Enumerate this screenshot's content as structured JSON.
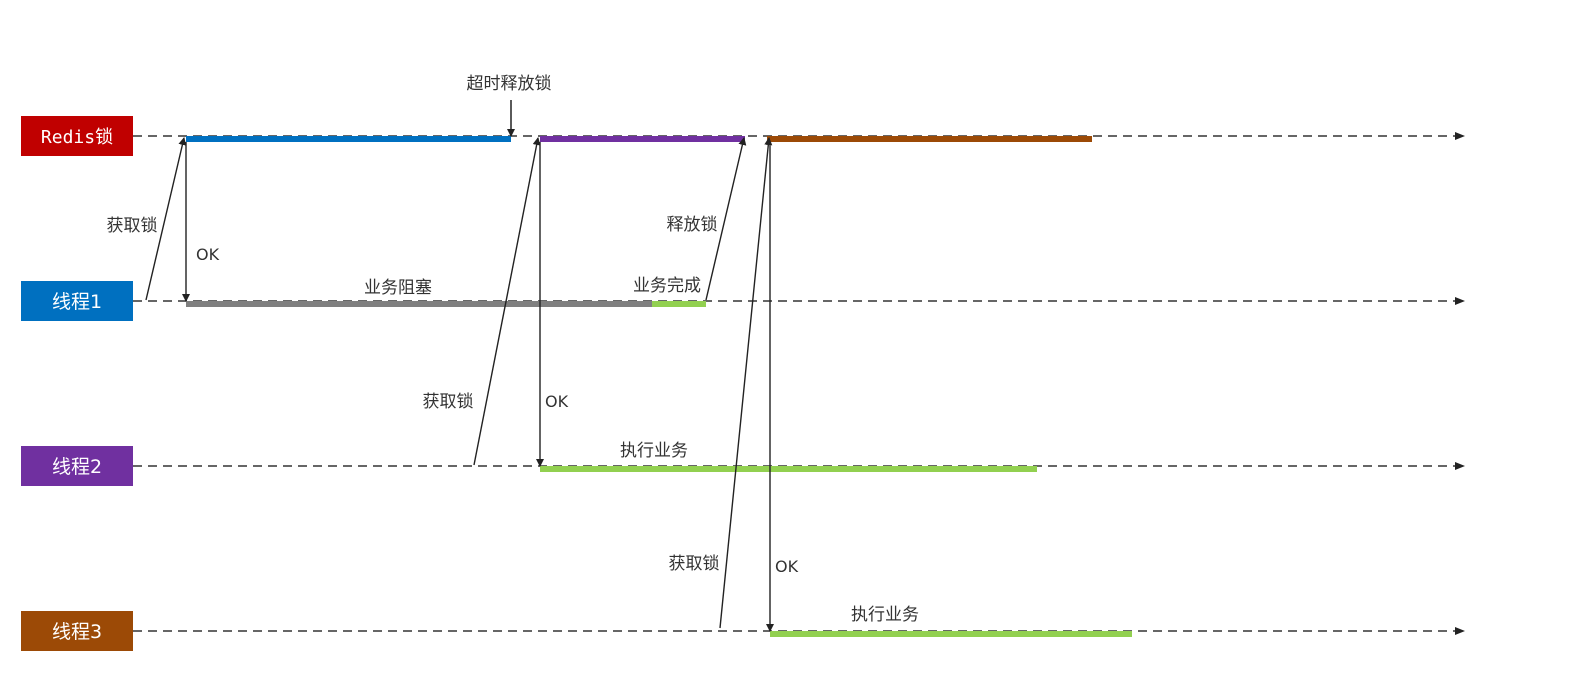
{
  "lanes": {
    "redis": {
      "label": "Redis锁",
      "color": "#c00000"
    },
    "thread1": {
      "label": "线程1",
      "color": "#0070c0"
    },
    "thread2": {
      "label": "线程2",
      "color": "#7030a0"
    },
    "thread3": {
      "label": "线程3",
      "color": "#9c4a06"
    }
  },
  "annotations": {
    "timeout_release": "超时释放锁",
    "acquire_lock_1": "获取锁",
    "acquire_lock_2": "获取锁",
    "acquire_lock_3": "获取锁",
    "ok_1": "OK",
    "ok_2": "OK",
    "ok_3": "OK",
    "release_lock": "释放锁",
    "business_blocked": "业务阻塞",
    "business_done": "业务完成",
    "execute_business_2": "执行业务",
    "execute_business_3": "执行业务"
  },
  "colors": {
    "lock_thread1": "#0070c0",
    "lock_thread2": "#7030a0",
    "lock_thread3": "#9c4a06",
    "blocked": "#7f7f7f",
    "business": "#92d050",
    "line": "#222222"
  }
}
